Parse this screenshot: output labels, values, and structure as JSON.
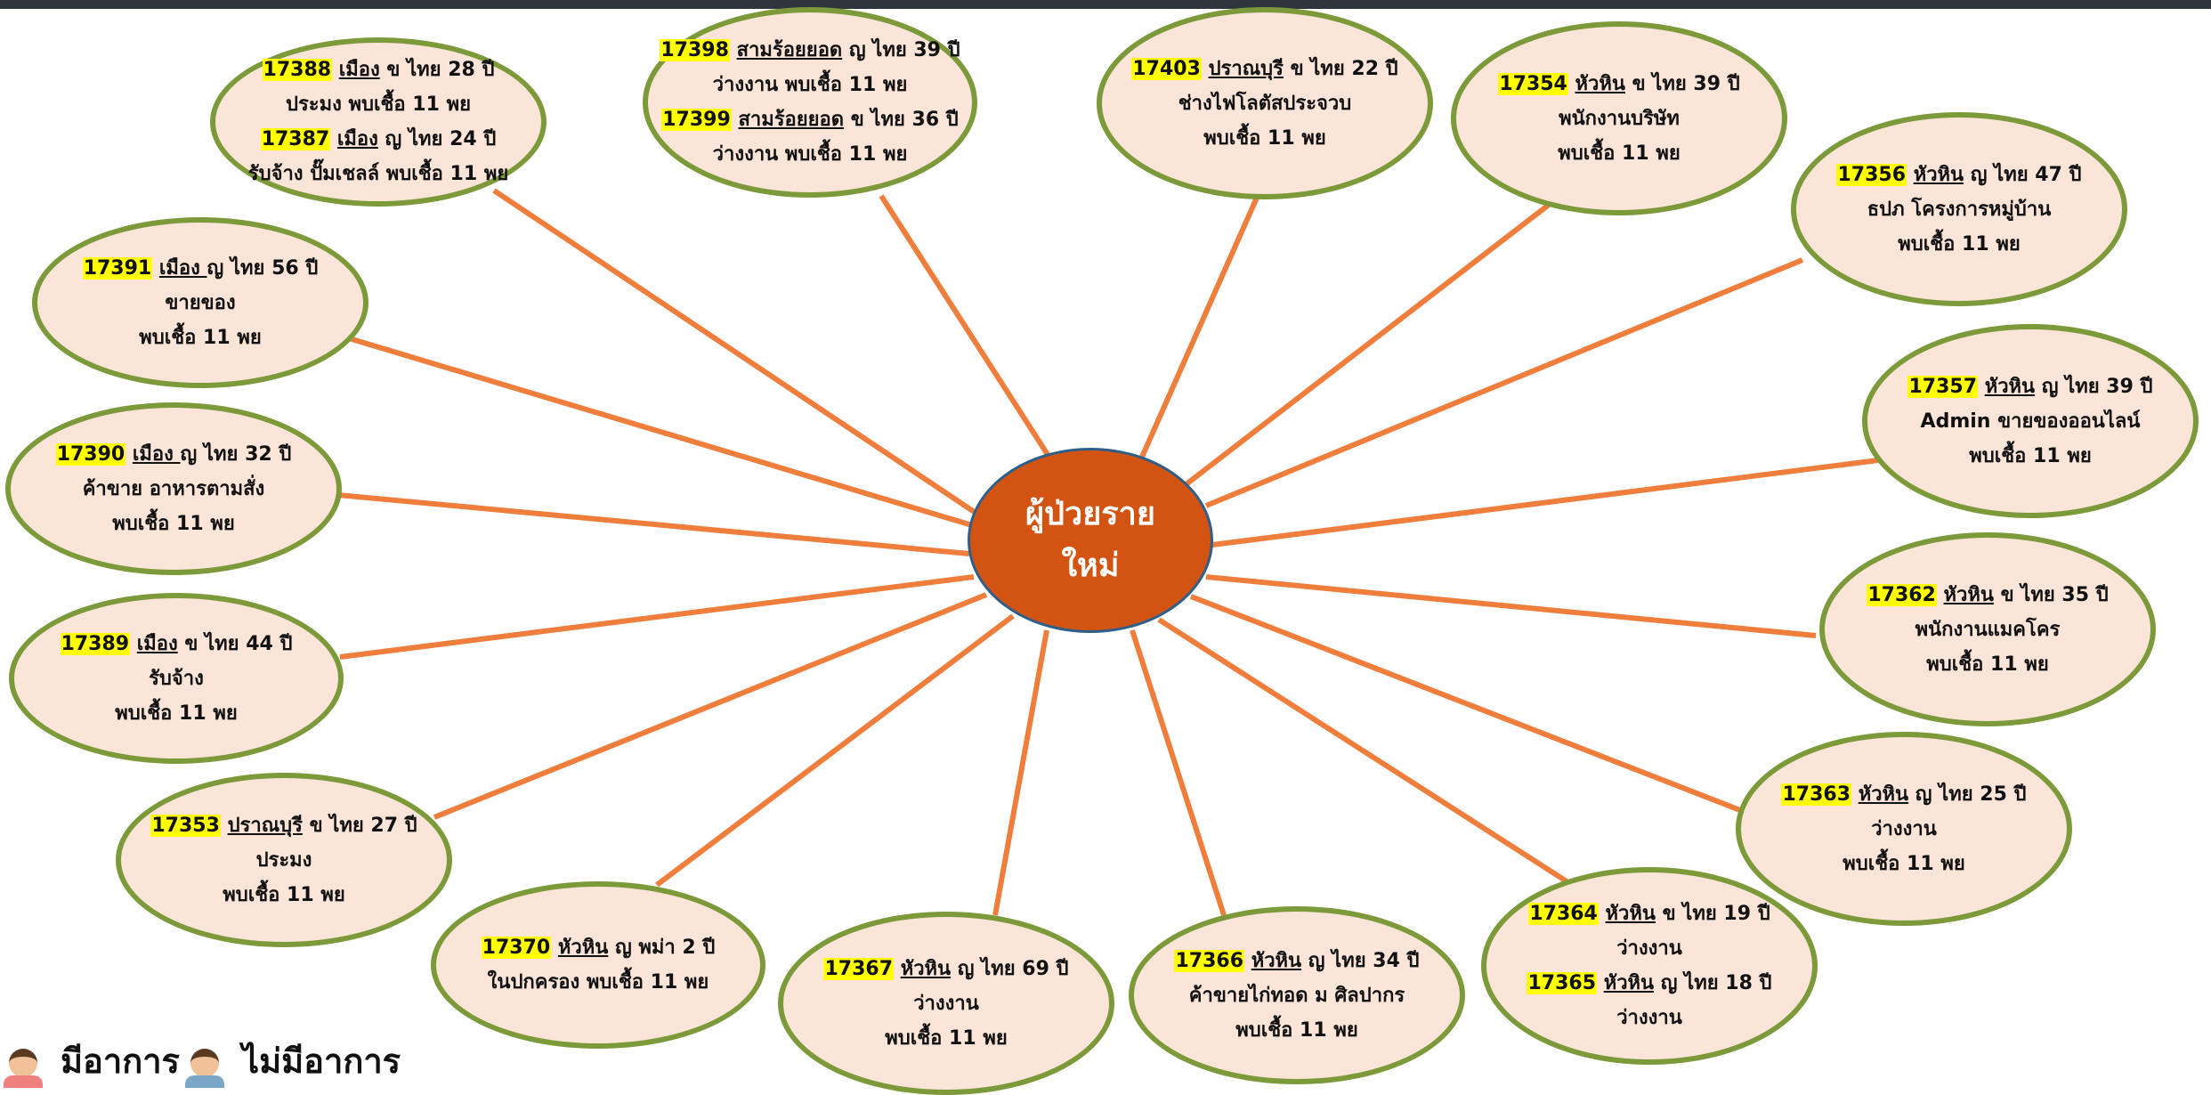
{
  "center": {
    "line1": "ผู้ป่วยราย",
    "line2": "ใหม่"
  },
  "legend": {
    "symptomatic": "มีอาการ",
    "asymptomatic": "ไม่มีอาการ"
  },
  "colors": {
    "node_fill": "#fbe4d8",
    "node_border": "#7c9a3a",
    "spoke": "#ef7d3b",
    "center_fill": "#d35412",
    "id_highlight": "#ffff00"
  },
  "nodes": [
    {
      "id": "n1",
      "lines": [
        {
          "parts": [
            {
              "t": "17388",
              "s": "id"
            },
            {
              "t": " "
            },
            {
              "t": "เมือง",
              "s": "dist"
            },
            {
              "t": " ข ไทย 28 ปี"
            }
          ]
        },
        {
          "parts": [
            {
              "t": "ประมง พบเชื้อ 11 พย"
            }
          ]
        },
        {
          "parts": [
            {
              "t": "17387",
              "s": "id"
            },
            {
              "t": " "
            },
            {
              "t": "เมือง",
              "s": "dist"
            },
            {
              "t": " ญ ไทย 24 ปี"
            }
          ]
        },
        {
          "parts": [
            {
              "t": "รับจ้าง ปั๊มเชลล์ พบเชื้อ 11 พย"
            }
          ]
        }
      ]
    },
    {
      "id": "n2",
      "lines": [
        {
          "parts": [
            {
              "t": "17398",
              "s": "id"
            },
            {
              "t": " "
            },
            {
              "t": "สามร้อยยอด",
              "s": "dist"
            },
            {
              "t": " ญ ไทย 39 ปี"
            }
          ]
        },
        {
          "parts": [
            {
              "t": "ว่างงาน พบเชื้อ 11 พย"
            }
          ]
        },
        {
          "parts": [
            {
              "t": "17399",
              "s": "id"
            },
            {
              "t": " "
            },
            {
              "t": "สามร้อยยอด",
              "s": "dist"
            },
            {
              "t": " ข ไทย 36 ปี"
            }
          ]
        },
        {
          "parts": [
            {
              "t": "ว่างงาน พบเชื้อ 11 พย"
            }
          ]
        }
      ]
    },
    {
      "id": "n3",
      "lines": [
        {
          "parts": [
            {
              "t": "17403",
              "s": "id"
            },
            {
              "t": " "
            },
            {
              "t": "ปราณบุรี",
              "s": "dist"
            },
            {
              "t": " ข ไทย 22 ปี"
            }
          ]
        },
        {
          "parts": [
            {
              "t": "ช่างไฟโลตัสประจวบ"
            }
          ]
        },
        {
          "parts": [
            {
              "t": "พบเชื้อ 11 พย"
            }
          ]
        }
      ]
    },
    {
      "id": "n4",
      "lines": [
        {
          "parts": [
            {
              "t": "17354",
              "s": "id"
            },
            {
              "t": " "
            },
            {
              "t": "หัวหิน",
              "s": "dist"
            },
            {
              "t": " ข ไทย 39 ปี"
            }
          ]
        },
        {
          "parts": [
            {
              "t": "พนักงานบริษัท"
            }
          ]
        },
        {
          "parts": [
            {
              "t": "พบเชื้อ 11 พย"
            }
          ]
        }
      ]
    },
    {
      "id": "n5",
      "lines": [
        {
          "parts": [
            {
              "t": "17356",
              "s": "id"
            },
            {
              "t": " "
            },
            {
              "t": "หัวหิน",
              "s": "dist"
            },
            {
              "t": " ญ ไทย 47 ปี"
            }
          ]
        },
        {
          "parts": [
            {
              "t": "ธปภ โครงการหมู่บ้าน"
            }
          ]
        },
        {
          "parts": [
            {
              "t": "พบเชื้อ 11 พย"
            }
          ]
        }
      ]
    },
    {
      "id": "n6",
      "lines": [
        {
          "parts": [
            {
              "t": "17391",
              "s": "id"
            },
            {
              "t": " "
            },
            {
              "t": "เมือง ",
              "s": "dist"
            },
            {
              "t": "ญ ไทย 56 ปี"
            }
          ]
        },
        {
          "parts": [
            {
              "t": "ขายของ"
            }
          ]
        },
        {
          "parts": [
            {
              "t": "พบเชื้อ 11 พย"
            }
          ]
        }
      ]
    },
    {
      "id": "n7",
      "lines": [
        {
          "parts": [
            {
              "t": "17357",
              "s": "id"
            },
            {
              "t": " "
            },
            {
              "t": "หัวหิน",
              "s": "dist"
            },
            {
              "t": " ญ ไทย 39 ปี"
            }
          ]
        },
        {
          "parts": [
            {
              "t": "Admin ขายของออนไลน์"
            }
          ]
        },
        {
          "parts": [
            {
              "t": "พบเชื้อ 11 พย"
            }
          ]
        }
      ]
    },
    {
      "id": "n8",
      "lines": [
        {
          "parts": [
            {
              "t": "17390",
              "s": "id"
            },
            {
              "t": " "
            },
            {
              "t": "เมือง ",
              "s": "dist"
            },
            {
              "t": "ญ ไทย 32 ปี"
            }
          ]
        },
        {
          "parts": [
            {
              "t": "ค้าขาย อาหารตามสั่ง"
            }
          ]
        },
        {
          "parts": [
            {
              "t": "พบเชื้อ 11 พย"
            }
          ]
        }
      ]
    },
    {
      "id": "n9",
      "lines": [
        {
          "parts": [
            {
              "t": "17362",
              "s": "id"
            },
            {
              "t": " "
            },
            {
              "t": "หัวหิน",
              "s": "dist"
            },
            {
              "t": " ข ไทย 35 ปี"
            }
          ]
        },
        {
          "parts": [
            {
              "t": "พนักงานแมคโคร"
            }
          ]
        },
        {
          "parts": [
            {
              "t": "พบเชื้อ 11 พย"
            }
          ]
        }
      ]
    },
    {
      "id": "n10",
      "lines": [
        {
          "parts": [
            {
              "t": "17389",
              "s": "id"
            },
            {
              "t": " "
            },
            {
              "t": "เมือง",
              "s": "dist"
            },
            {
              "t": " ข ไทย 44 ปี"
            }
          ]
        },
        {
          "parts": [
            {
              "t": "รับจ้าง"
            }
          ]
        },
        {
          "parts": [
            {
              "t": "พบเชื้อ 11 พย"
            }
          ]
        }
      ]
    },
    {
      "id": "n11",
      "lines": [
        {
          "parts": [
            {
              "t": "17363",
              "s": "id"
            },
            {
              "t": " "
            },
            {
              "t": "หัวหิน",
              "s": "dist"
            },
            {
              "t": " ญ ไทย 25 ปี"
            }
          ]
        },
        {
          "parts": [
            {
              "t": "ว่างงาน"
            }
          ]
        },
        {
          "parts": [
            {
              "t": "พบเชื้อ 11 พย"
            }
          ]
        }
      ]
    },
    {
      "id": "n12",
      "lines": [
        {
          "parts": [
            {
              "t": "17353",
              "s": "id"
            },
            {
              "t": " "
            },
            {
              "t": "ปราณบุรี",
              "s": "dist"
            },
            {
              "t": " ข ไทย 27 ปี"
            }
          ]
        },
        {
          "parts": [
            {
              "t": "ประมง"
            }
          ]
        },
        {
          "parts": [
            {
              "t": "พบเชื้อ 11 พย"
            }
          ]
        }
      ]
    },
    {
      "id": "n13",
      "lines": [
        {
          "parts": [
            {
              "t": "17370",
              "s": "id"
            },
            {
              "t": " "
            },
            {
              "t": "หัวหิน",
              "s": "dist"
            },
            {
              "t": " ญ พม่า 2 ปี"
            }
          ]
        },
        {
          "parts": [
            {
              "t": "ในปกครอง พบเชื้อ 11 พย"
            }
          ]
        }
      ]
    },
    {
      "id": "n14",
      "lines": [
        {
          "parts": [
            {
              "t": "17367",
              "s": "id"
            },
            {
              "t": " "
            },
            {
              "t": "หัวหิน",
              "s": "dist"
            },
            {
              "t": " ญ ไทย 69 ปี"
            }
          ]
        },
        {
          "parts": [
            {
              "t": "ว่างงาน"
            }
          ]
        },
        {
          "parts": [
            {
              "t": "พบเชื้อ 11 พย"
            }
          ]
        }
      ]
    },
    {
      "id": "n15",
      "lines": [
        {
          "parts": [
            {
              "t": "17366",
              "s": "id"
            },
            {
              "t": " "
            },
            {
              "t": "หัวหิน",
              "s": "dist"
            },
            {
              "t": " ญ ไทย 34 ปี"
            }
          ]
        },
        {
          "parts": [
            {
              "t": "ค้าขายไก่ทอด ม ศิลปากร"
            }
          ]
        },
        {
          "parts": [
            {
              "t": "พบเชื้อ 11 พย"
            }
          ]
        }
      ]
    },
    {
      "id": "n16",
      "lines": [
        {
          "parts": [
            {
              "t": "17364",
              "s": "id"
            },
            {
              "t": " "
            },
            {
              "t": "หัวหิน",
              "s": "dist"
            },
            {
              "t": " ข ไทย 19 ปี"
            }
          ]
        },
        {
          "parts": [
            {
              "t": "ว่างงาน"
            }
          ]
        },
        {
          "parts": [
            {
              "t": "17365",
              "s": "id"
            },
            {
              "t": " "
            },
            {
              "t": "หัวหิน",
              "s": "dist"
            },
            {
              "t": " ญ ไทย 18 ปี"
            }
          ]
        },
        {
          "parts": [
            {
              "t": "ว่างงาน"
            }
          ]
        }
      ]
    }
  ]
}
